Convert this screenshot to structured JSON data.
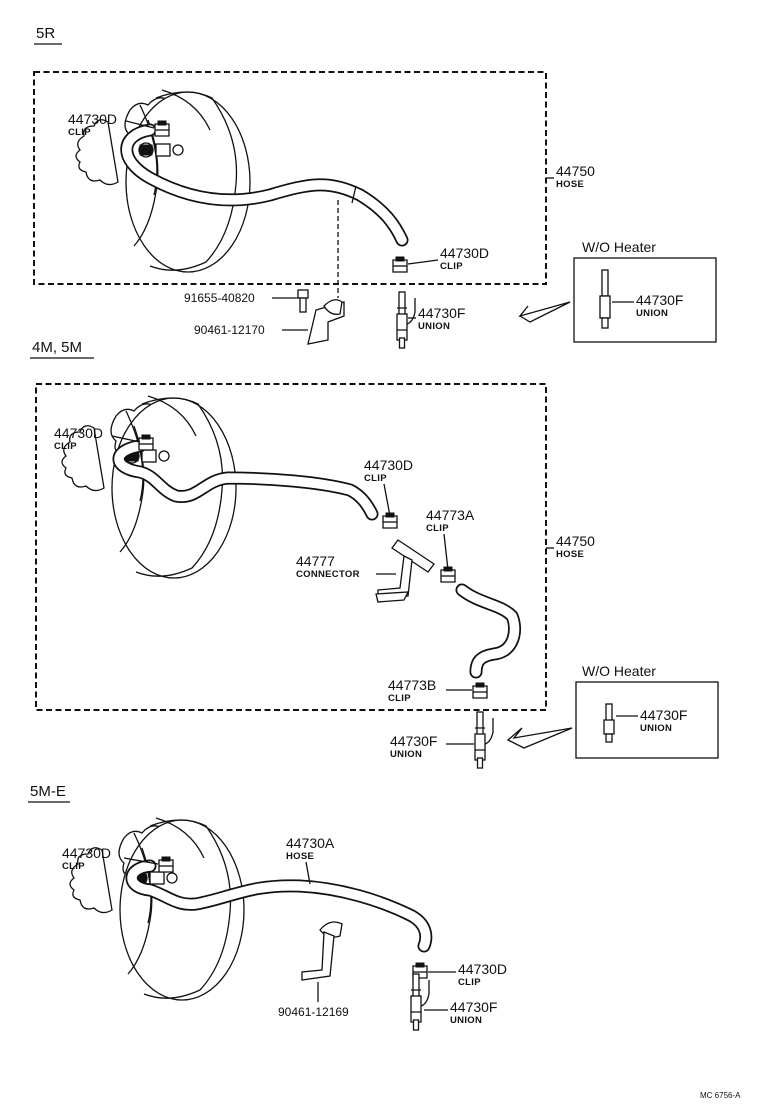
{
  "sections": [
    {
      "title": "5R",
      "callouts": {
        "clip_top": {
          "num": "44730D",
          "sub": "CLIP"
        },
        "hose": {
          "num": "44750",
          "sub": "HOSE"
        },
        "clip_end": {
          "num": "44730D",
          "sub": "CLIP"
        },
        "bolt": {
          "num": "91655-40820"
        },
        "bracket": {
          "num": "90461-12170"
        },
        "union": {
          "num": "44730F",
          "sub": "UNION"
        }
      },
      "inset": {
        "title": "W/O Heater",
        "num": "44730F",
        "sub": "UNION"
      }
    },
    {
      "title": "4M, 5M",
      "callouts": {
        "clip_top": {
          "num": "44730D",
          "sub": "CLIP"
        },
        "clip_mid": {
          "num": "44730D",
          "sub": "CLIP"
        },
        "clip_a": {
          "num": "44773A",
          "sub": "CLIP"
        },
        "hose": {
          "num": "44750",
          "sub": "HOSE"
        },
        "connector": {
          "num": "44777",
          "sub": "CONNECTOR"
        },
        "clip_b": {
          "num": "44773B",
          "sub": "CLIP"
        },
        "union": {
          "num": "44730F",
          "sub": "UNION"
        }
      },
      "inset": {
        "title": "W/O Heater",
        "num": "44730F",
        "sub": "UNION"
      }
    },
    {
      "title": "5M-E",
      "callouts": {
        "clip_top": {
          "num": "44730D",
          "sub": "CLIP"
        },
        "hose": {
          "num": "44730A",
          "sub": "HOSE"
        },
        "clip_end": {
          "num": "44730D",
          "sub": "CLIP"
        },
        "union": {
          "num": "44730F",
          "sub": "UNION"
        },
        "bracket": {
          "num": "90461-12169"
        }
      }
    }
  ],
  "footer_code": "MC 6756-A"
}
